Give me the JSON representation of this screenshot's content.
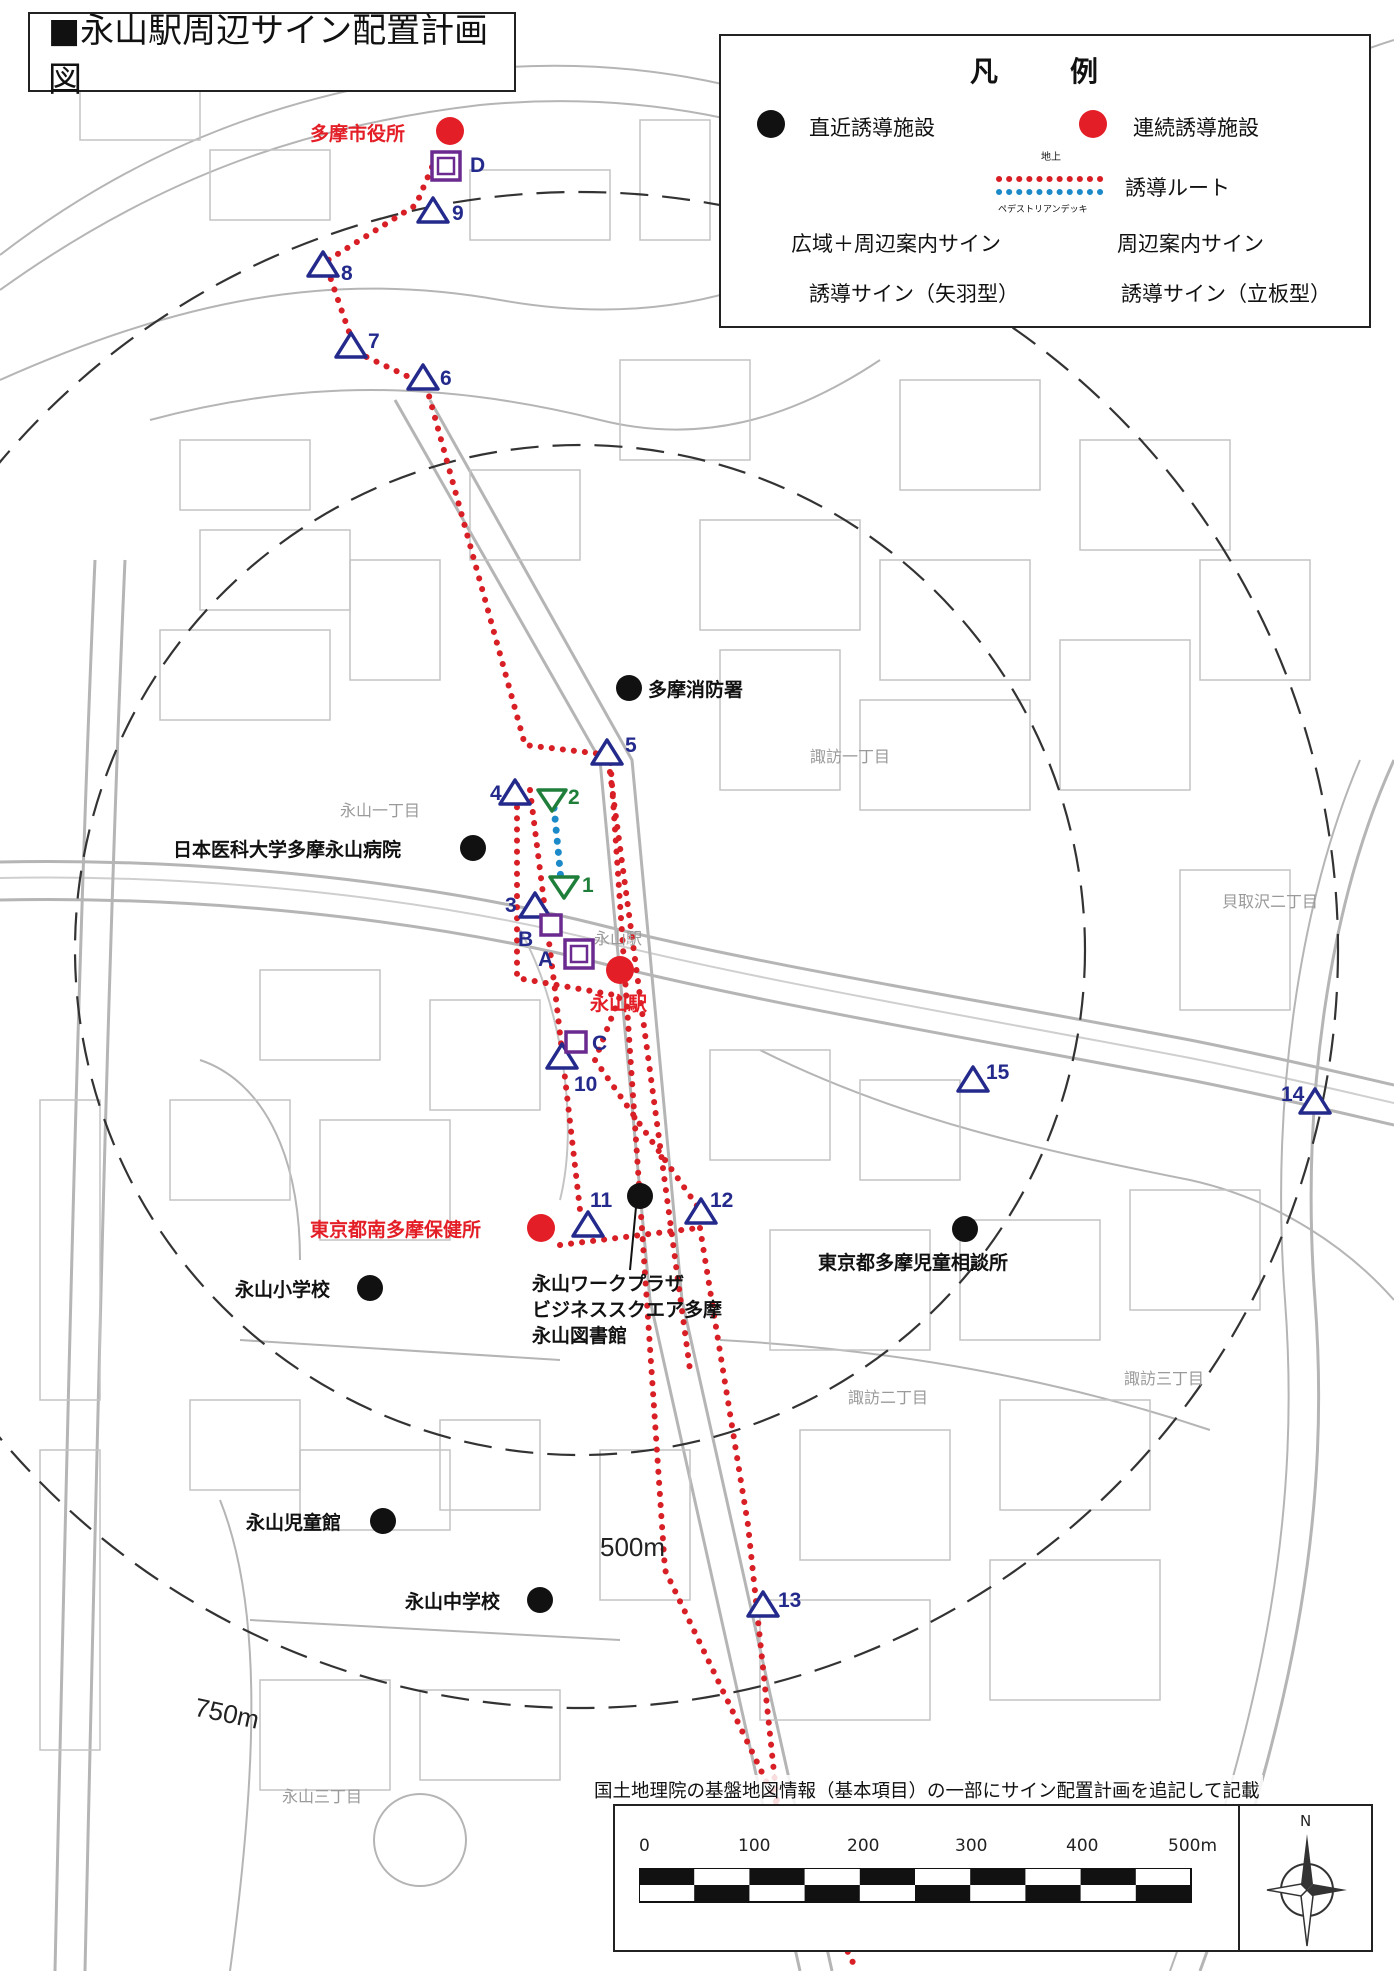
{
  "title": "■永山駅周辺サイン配置計画図",
  "legend": {
    "heading": "凡　例",
    "nearby_facility": "直近誘導施設",
    "continuous_facility": "連続誘導施設",
    "route": "誘導ルート",
    "route_ground": "地上",
    "route_deck": "ペデストリアンデッキ",
    "wide_sign": "広域＋周辺案内サイン",
    "area_sign": "周辺案内サイン",
    "arrow_sign": "誘導サイン（矢羽型）",
    "board_sign": "誘導サイン（立板型）"
  },
  "colors": {
    "route": "#d81f26",
    "deck": "#1c8ac9",
    "triangle": "#232a8c",
    "square": "#6b2a8f",
    "green": "#1f7f3a",
    "red_facility": "#e41e26"
  },
  "facilities_continuous": [
    "多摩市役所",
    "永山駅",
    "東京都南多摩保健所"
  ],
  "facilities_nearby": [
    "多摩消防署",
    "日本医科大学多摩永山病院",
    "永山ワークプラザ",
    "ビジネススクエア多摩",
    "永山図書館",
    "東京都多摩児童相談所",
    "永山小学校",
    "永山児童館",
    "永山中学校"
  ],
  "signs": {
    "arrow": [
      "3",
      "4",
      "5",
      "6",
      "7",
      "8",
      "9",
      "10",
      "11",
      "12",
      "13",
      "14",
      "15"
    ],
    "board": [
      "1",
      "2"
    ],
    "wide": [
      "A",
      "D"
    ],
    "area": [
      "B",
      "C"
    ]
  },
  "place_labels": [
    "諏訪一丁目",
    "永山一丁目",
    "永山駅",
    "諏訪二丁目",
    "諏訪三丁目",
    "貝取沢二丁目",
    "永山三丁目"
  ],
  "radius_labels": [
    "500m",
    "750m"
  ],
  "source_note": "国土地理院の基盤地図情報（基本項目）の一部にサイン配置計画を追記して記載",
  "scale": {
    "ticks": [
      "0",
      "100",
      "200",
      "300",
      "400",
      "500m"
    ]
  },
  "north_label": "N"
}
